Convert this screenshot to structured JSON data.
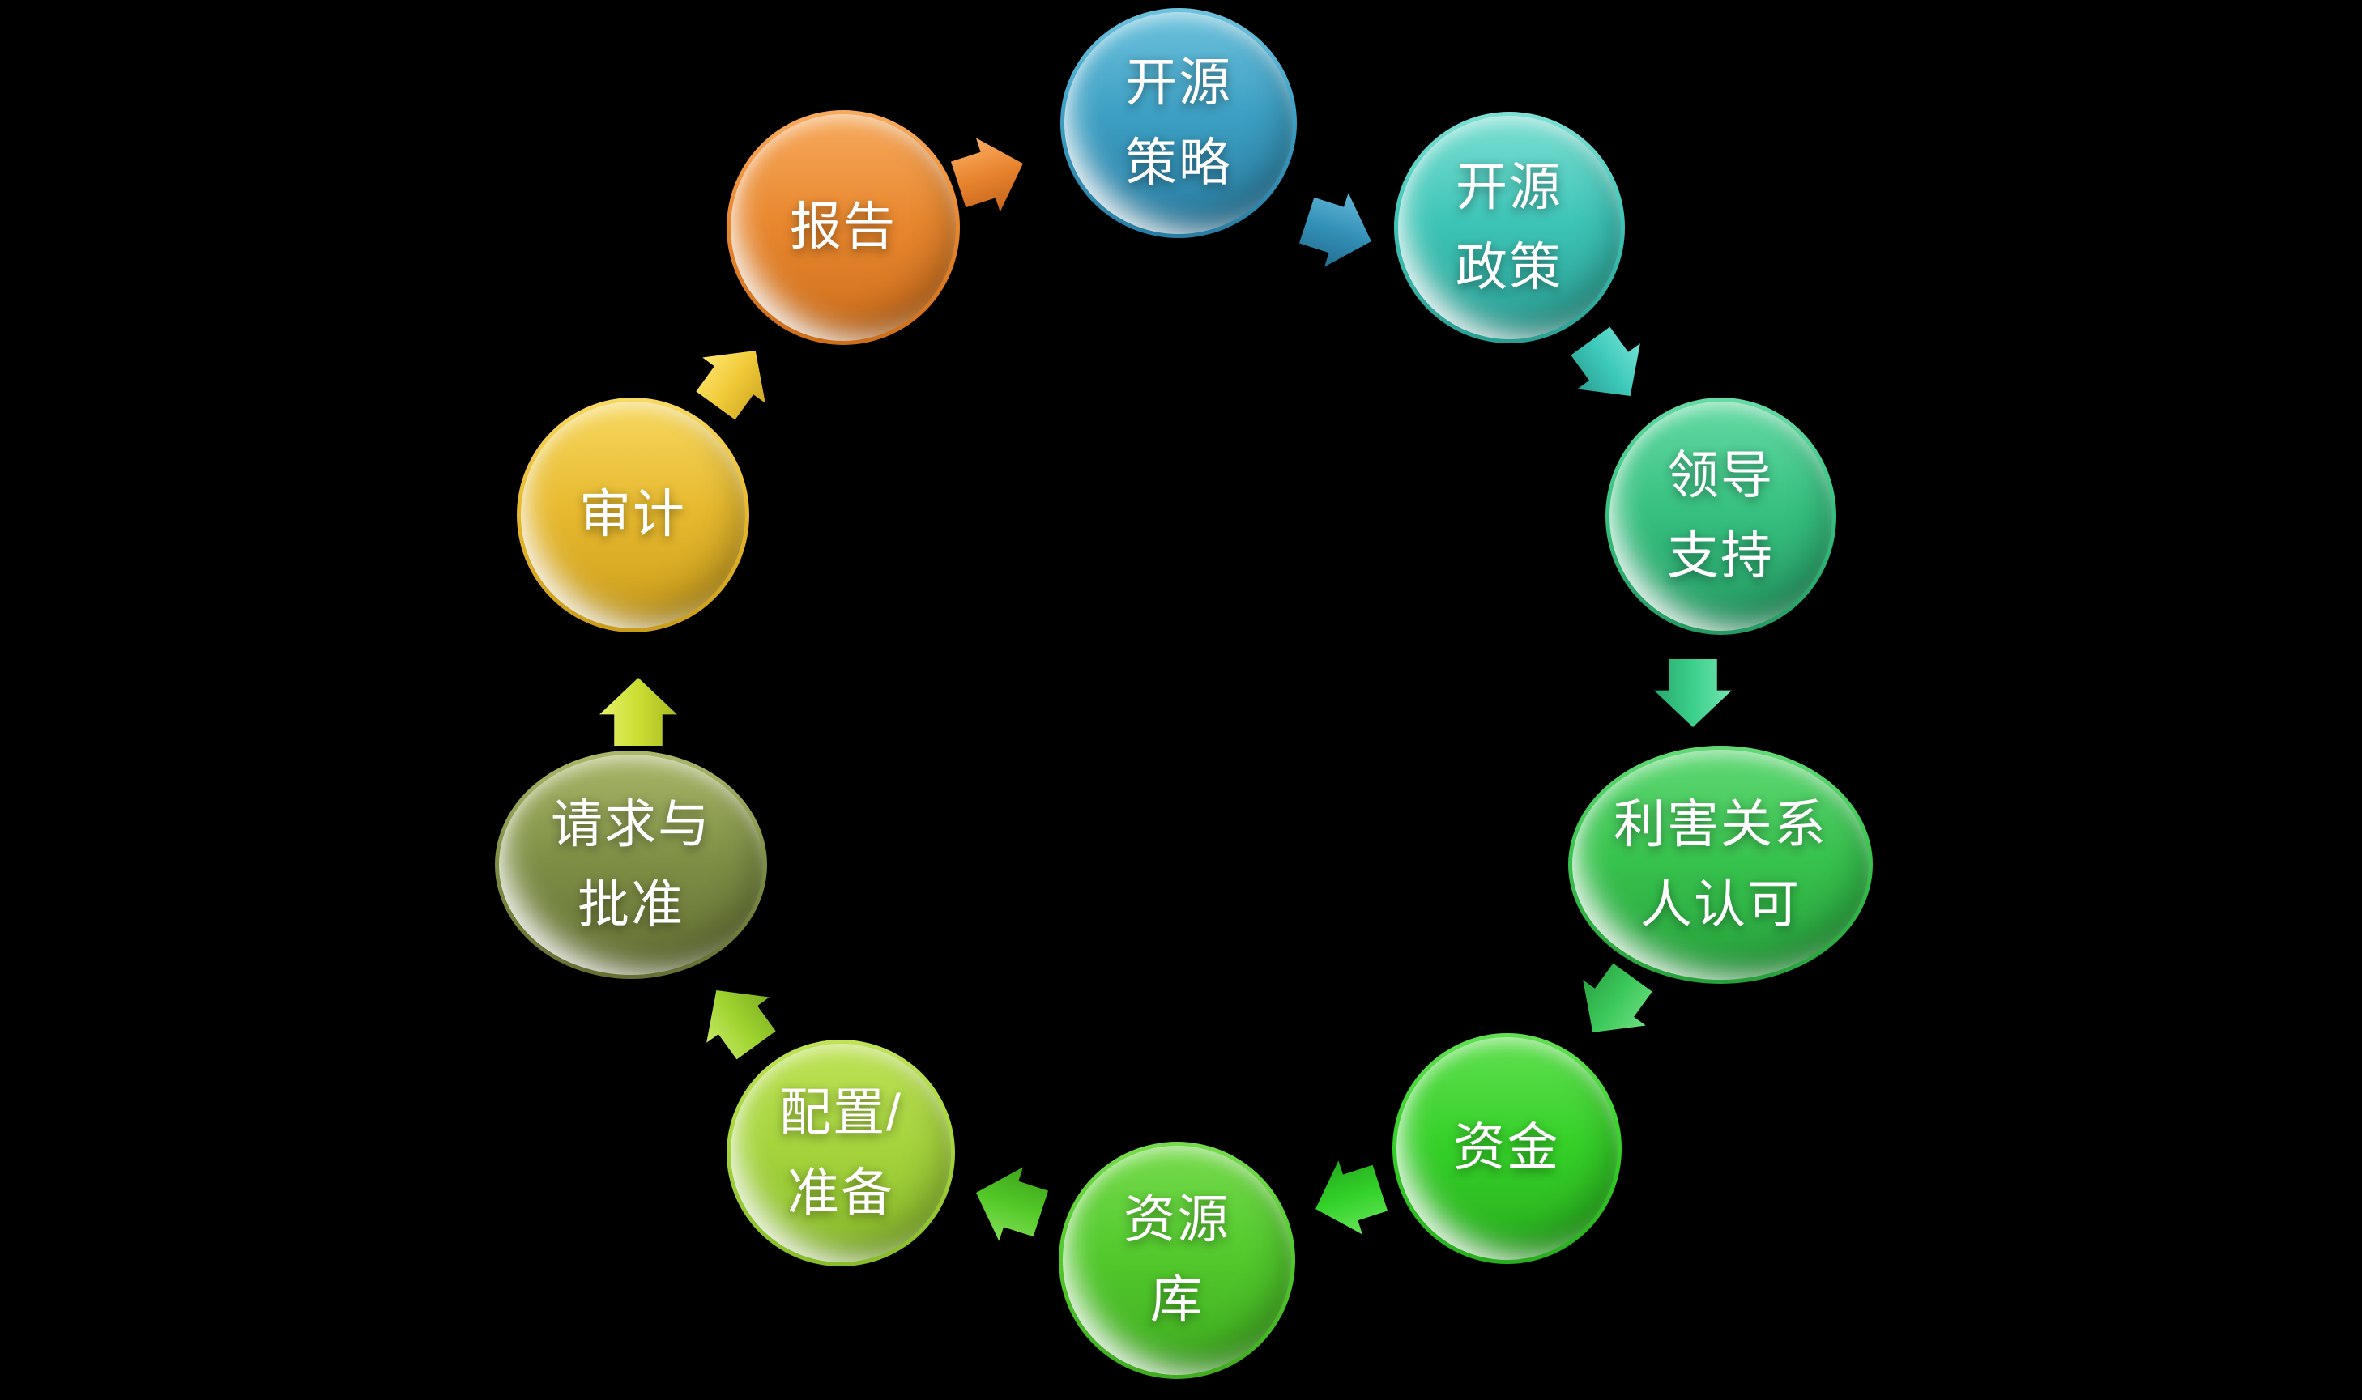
{
  "canvas": {
    "background": "#000000"
  },
  "diagram": {
    "type": "cycle",
    "direction": "clockwise",
    "text_color": "#ffffff",
    "nodes": [
      {
        "id": "open-source-strategy",
        "label": "开源\n策略",
        "color_light": "#6ec3de",
        "color": "#3b9ec2",
        "color_dark": "#2a7ca1"
      },
      {
        "id": "open-source-policy",
        "label": "开源\n政策",
        "color_light": "#7fe0d4",
        "color": "#3cc4b6",
        "color_dark": "#2b9e92"
      },
      {
        "id": "leadership-support",
        "label": "领导\n支持",
        "color_light": "#66dba6",
        "color": "#36c07f",
        "color_dark": "#259a63"
      },
      {
        "id": "stakeholder-approval",
        "label": "利害关系\n人认可",
        "color_light": "#63d977",
        "color": "#37c24d",
        "color_dark": "#27a03c"
      },
      {
        "id": "funding",
        "label": "资金",
        "color_light": "#62e052",
        "color": "#35d028",
        "color_dark": "#28ad1e"
      },
      {
        "id": "resource-repository",
        "label": "资源\n库",
        "color_light": "#78dc4e",
        "color": "#52c92c",
        "color_dark": "#3fab20"
      },
      {
        "id": "configuration-preparation",
        "label": "配置/\n准备",
        "color_light": "#c0e358",
        "color": "#a4d33c",
        "color_dark": "#88bb2a"
      },
      {
        "id": "request-and-approval",
        "label": "请求与\n批准",
        "color_light": "#aab86a",
        "color": "#7e8f45",
        "color_dark": "#636f33"
      },
      {
        "id": "audit",
        "label": "审计",
        "color_light": "#f7d963",
        "color": "#e7b92e",
        "color_dark": "#c99c1b"
      },
      {
        "id": "report",
        "label": "报告",
        "color_light": "#f7ab5f",
        "color": "#e8872e",
        "color_dark": "#cc6d1a"
      }
    ],
    "arrows": [
      {
        "from": "open-source-strategy",
        "to": "open-source-policy",
        "color_light": "#5fb4d4",
        "color": "#3391b8",
        "color_dark": "#256d90"
      },
      {
        "from": "open-source-policy",
        "to": "leadership-support",
        "color_light": "#6fdfd2",
        "color": "#3cc9ba",
        "color_dark": "#2b9f92"
      },
      {
        "from": "leadership-support",
        "to": "stakeholder-approval",
        "color_light": "#6fe3ae",
        "color": "#3bd08c",
        "color_dark": "#28a86c"
      },
      {
        "from": "stakeholder-approval",
        "to": "funding",
        "color_light": "#68dd7e",
        "color": "#3cc85a",
        "color_dark": "#2aa343"
      },
      {
        "from": "funding",
        "to": "resource-repository",
        "color_light": "#62e455",
        "color": "#33d229",
        "color_dark": "#25ab1e"
      },
      {
        "from": "resource-repository",
        "to": "configuration-preparation",
        "color_light": "#7fdd52",
        "color": "#52c827",
        "color_dark": "#3da31c"
      },
      {
        "from": "configuration-preparation",
        "to": "request-and-approval",
        "color_light": "#c3e75f",
        "color": "#9ed32f",
        "color_dark": "#7fb021"
      },
      {
        "from": "request-and-approval",
        "to": "audit",
        "color_light": "#e4f066",
        "color": "#cade33",
        "color_dark": "#a8ba22"
      },
      {
        "from": "audit",
        "to": "report",
        "color_light": "#ffe46b",
        "color": "#f0ca39",
        "color_dark": "#cfa722"
      },
      {
        "from": "report",
        "to": "open-source-strategy",
        "color_light": "#f8ab5c",
        "color": "#e8832e",
        "color_dark": "#c4651c"
      }
    ]
  }
}
